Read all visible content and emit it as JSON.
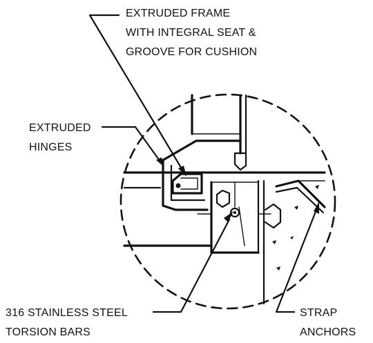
{
  "labels": {
    "extruded_frame": [
      "EXTRUDED FRAME",
      "WITH INTEGRAL SEAT &",
      "GROOVE FOR CUSHION"
    ],
    "extruded_hinges": [
      "EXTRUDED",
      "HINGES"
    ],
    "torsion_bars": [
      "316 STAINLESS STEEL",
      "TORSION BARS"
    ],
    "strap_anchors": [
      "STRAP",
      "ANCHORS"
    ]
  },
  "colors": {
    "ink": "#111111",
    "background": "#ffffff"
  }
}
